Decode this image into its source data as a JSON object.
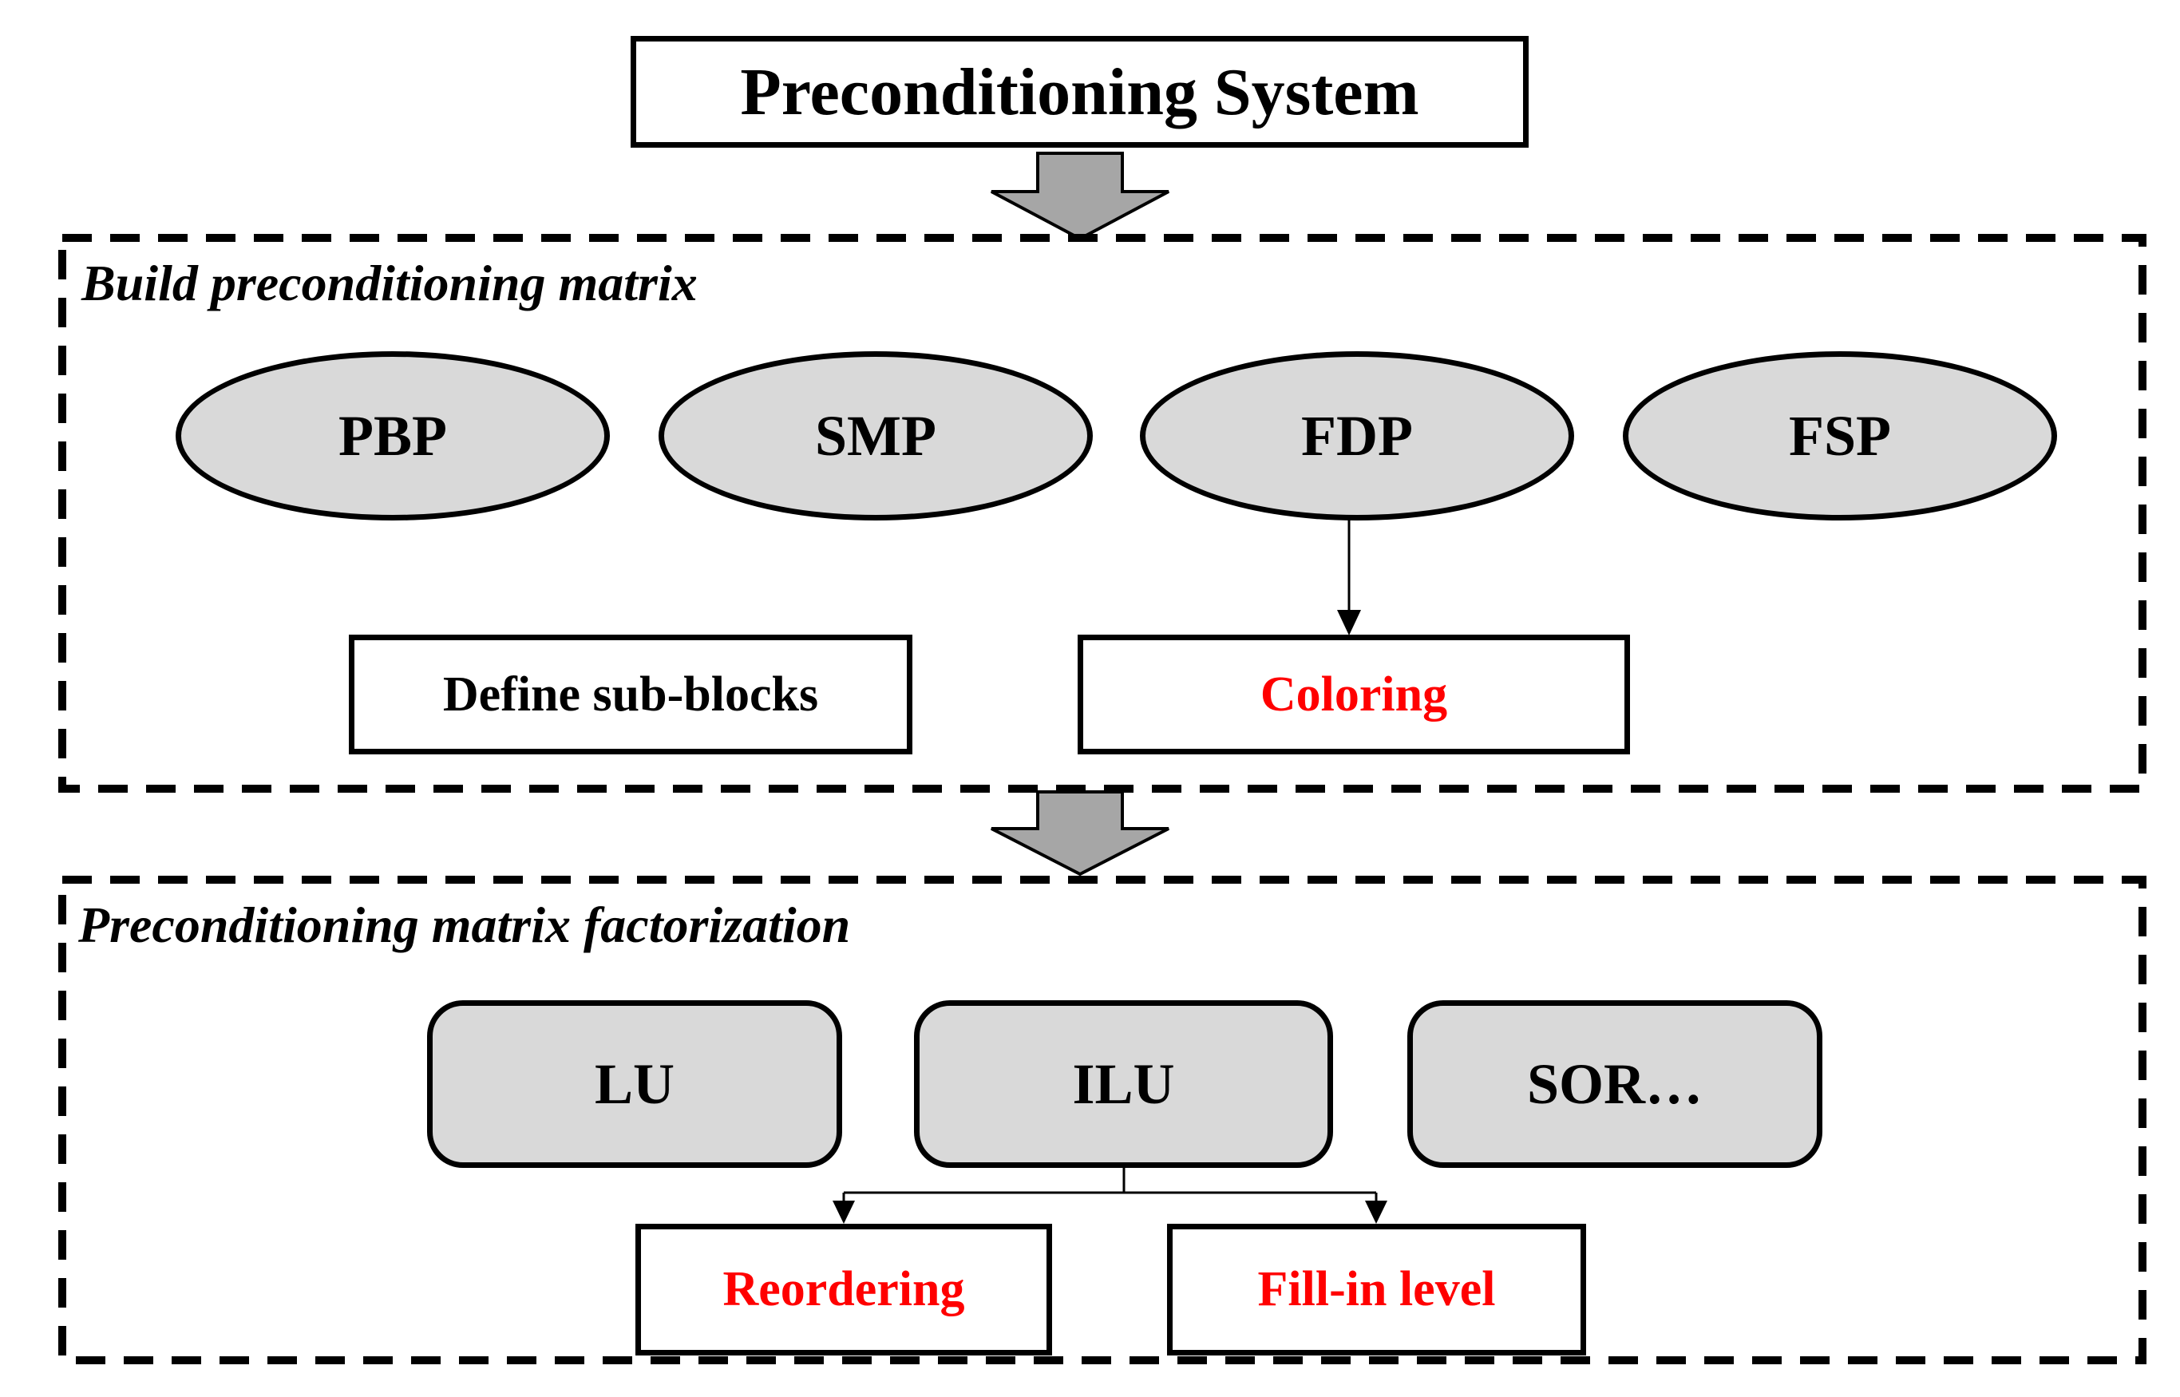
{
  "title": "Preconditioning System",
  "colors": {
    "node_fill": "#d9d9d9",
    "block_arrow_fill": "#a6a6a6",
    "outline": "#000000",
    "highlight_text": "#ff0000",
    "background": "#ffffff"
  },
  "section1": {
    "label": "Build preconditioning matrix",
    "ellipses": [
      "PBP",
      "SMP",
      "FDP",
      "FSP"
    ],
    "boxes": [
      {
        "label": "Define sub-blocks",
        "color": "black"
      },
      {
        "label": "Coloring",
        "color": "red"
      }
    ]
  },
  "section2": {
    "label": "Preconditioning matrix factorization",
    "nodes": [
      "LU",
      "ILU",
      "SOR…"
    ],
    "boxes": [
      {
        "label": "Reordering",
        "color": "red"
      },
      {
        "label": "Fill-in level",
        "color": "red"
      }
    ]
  }
}
